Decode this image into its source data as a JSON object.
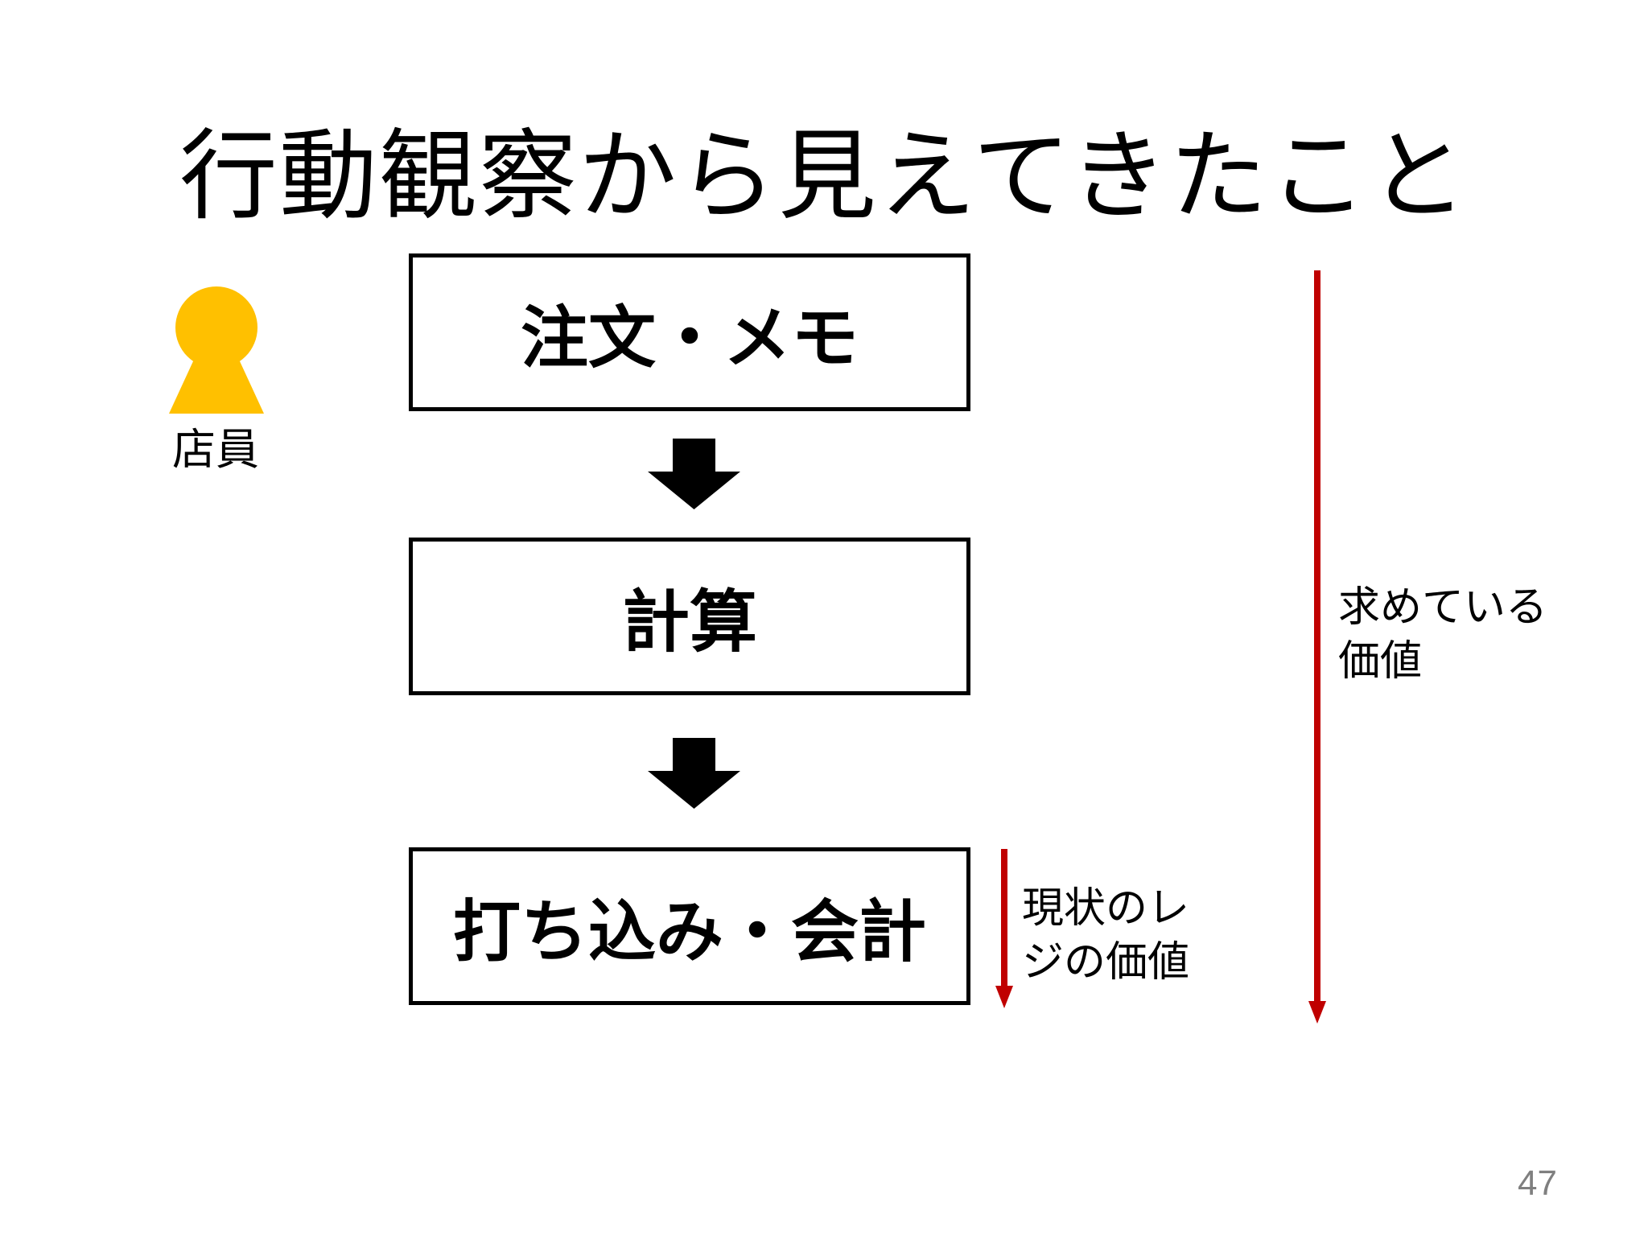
{
  "slide": {
    "title": "行動観察から見えてきたこと",
    "page_number": "47"
  },
  "actor": {
    "label": "店員"
  },
  "flow": {
    "steps": [
      {
        "label": "注文・メモ"
      },
      {
        "label": "計算"
      },
      {
        "label": "打ち込み・会計"
      }
    ]
  },
  "annotations": {
    "desired_value_label": "求めている\n価値",
    "current_value_label": "現状のレ\nジの価値"
  },
  "colors": {
    "box_border": "#000000",
    "flow_arrow": "#000000",
    "annotation_arrow": "#C00000",
    "actor": "#FFC000",
    "page_number": "#7F7F7F"
  }
}
